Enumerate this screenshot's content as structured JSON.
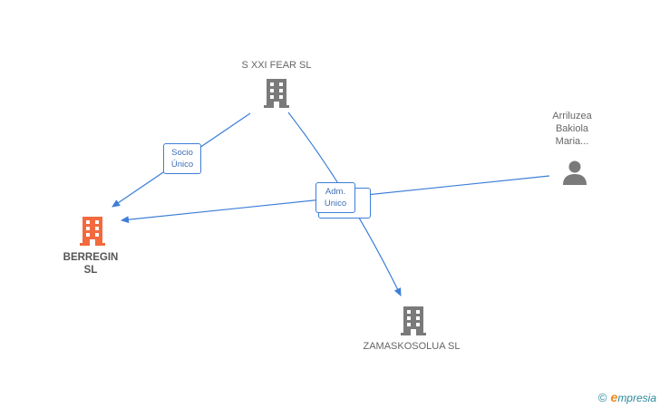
{
  "nodes": {
    "sxxi": {
      "label": "S XXI FEAR  SL",
      "type": "company"
    },
    "berregin": {
      "label": "BERREGIN\nSL",
      "type": "company-focus"
    },
    "zamaskosolua": {
      "label": "ZAMASKOSOLUA SL",
      "type": "company"
    },
    "arriluzea": {
      "label": "Arriluzea\nBakiola\nMaria...",
      "type": "person"
    }
  },
  "edges": {
    "socio_unico": {
      "label": "Socio\nÚnico"
    },
    "adm_unico": {
      "label": "Adm.\nUnico"
    }
  },
  "colors": {
    "edge": "#3d7ed8",
    "company_icon": "#7a7a7a",
    "focus_icon": "#f26a3d",
    "person_icon": "#7a7a7a"
  },
  "brand": {
    "copyright": "©",
    "name_initial": "e",
    "name_rest": "mpresia"
  }
}
